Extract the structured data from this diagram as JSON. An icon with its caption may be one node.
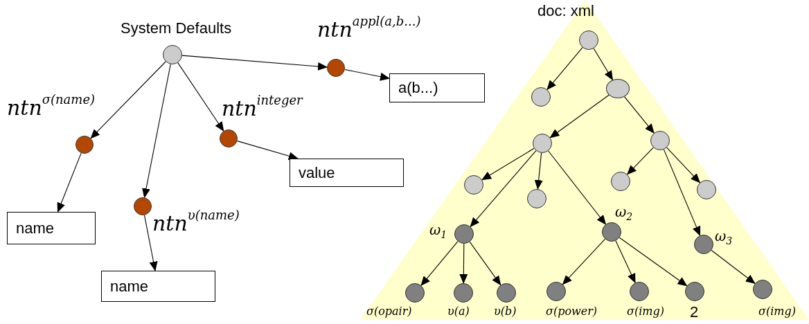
{
  "diagram": {
    "nodes": [
      {
        "text": [],
        "shape": "circle",
        "beside": [
          "System Defaults"
        ]
      },
      {
        "text": [],
        "shape": "circle",
        "beside": [
          "ntn$^{appl(a,b...)}$"
        ]
      },
      {
        "text": [
          "a(b...)"
        ]
      },
      {
        "text": [],
        "shape": "circle",
        "beside": [
          "ntn$^{σ(name)}$"
        ]
      },
      {
        "text": [],
        "shape": "circle",
        "beside": [
          "ntn$^{υ(name)}$"
        ]
      },
      {
        "text": [],
        "shape": "circle",
        "beside": [
          "ntn$^{integer}$"
        ]
      },
      {
        "text": [
          "name"
        ]
      },
      {
        "text": [
          "name"
        ]
      },
      {
        "text": [
          "value"
        ]
      },
      {
        "text": [
          "doc: xml"
        ]
      },
      {
        "text": [],
        "shape": "circle",
        "in": 9
      },
      {
        "text": [],
        "shape": "circle",
        "in": 9
      },
      {
        "text": [],
        "shape": "circle",
        "in": 9
      },
      {
        "text": [],
        "shape": "circle",
        "in": 9
      },
      {
        "text": [],
        "shape": "circle",
        "in": 9
      },
      {
        "text": [],
        "shape": "circle",
        "in": 9
      },
      {
        "text": [],
        "shape": "circle",
        "in": 9
      },
      {
        "text": [],
        "shape": "circle",
        "in": 9
      },
      {
        "text": [],
        "shape": "circle",
        "in": 9
      },
      {
        "text": [],
        "shape": "circle",
        "in": 9,
        "beside": [
          "ω$_{1}$"
        ]
      },
      {
        "text": [],
        "shape": "circle",
        "in": 9,
        "beside": [
          "ω$_{2}$"
        ]
      },
      {
        "text": [],
        "shape": "circle",
        "in": 9,
        "beside": [
          "ω$_{3}$"
        ]
      },
      {
        "text": [],
        "shape": "circle",
        "in": 9,
        "beside": [
          "σ(opair)"
        ]
      },
      {
        "text": [],
        "shape": "circle",
        "in": 9,
        "beside": [
          "υ(a)"
        ]
      },
      {
        "text": [],
        "shape": "circle",
        "in": 9,
        "beside": [
          "υ(b)"
        ]
      },
      {
        "text": [],
        "shape": "circle",
        "in": 9,
        "beside": [
          "σ(power)"
        ]
      },
      {
        "text": [],
        "shape": "circle",
        "in": 9,
        "beside": [
          "σ(img)"
        ]
      },
      {
        "text": [],
        "shape": "circle",
        "in": 9,
        "beside": [
          "2"
        ]
      },
      {
        "text": [],
        "shape": "circle",
        "in": 9,
        "beside": [
          "σ(img)"
        ]
      }
    ],
    "edges": [
      {
        "from": 0,
        "to": 1,
        "arrow": "to"
      },
      {
        "from": 1,
        "to": 2,
        "arrow": "to"
      },
      {
        "from": 0,
        "to": 3,
        "arrow": "to"
      },
      {
        "from": 0,
        "to": 4,
        "arrow": "to"
      },
      {
        "from": 0,
        "to": 5,
        "arrow": "to"
      },
      {
        "from": 3,
        "to": 6,
        "arrow": "to"
      },
      {
        "from": 4,
        "to": 7,
        "arrow": "to"
      },
      {
        "from": 5,
        "to": 8,
        "arrow": "to"
      },
      {
        "from": 10,
        "to": 11,
        "arrow": "to"
      },
      {
        "from": 10,
        "to": 12,
        "arrow": "to"
      },
      {
        "from": 12,
        "to": 13,
        "arrow": "to"
      },
      {
        "from": 12,
        "to": 14,
        "arrow": "to"
      },
      {
        "from": 13,
        "to": 15,
        "arrow": "to"
      },
      {
        "from": 13,
        "to": 16,
        "arrow": "to"
      },
      {
        "from": 13,
        "to": 19,
        "arrow": "to"
      },
      {
        "from": 13,
        "to": 20,
        "arrow": "to"
      },
      {
        "from": 14,
        "to": 17,
        "arrow": "to"
      },
      {
        "from": 14,
        "to": 18,
        "arrow": "to"
      },
      {
        "from": 14,
        "to": 21,
        "arrow": "to"
      },
      {
        "from": 19,
        "to": 22,
        "arrow": "to"
      },
      {
        "from": 19,
        "to": 23,
        "arrow": "to"
      },
      {
        "from": 19,
        "to": 24,
        "arrow": "to"
      },
      {
        "from": 20,
        "to": 25,
        "arrow": "to"
      },
      {
        "from": 20,
        "to": 26,
        "arrow": "to"
      },
      {
        "from": 20,
        "to": 27,
        "arrow": "to"
      },
      {
        "from": 21,
        "to": 28,
        "arrow": "to"
      }
    ]
  }
}
